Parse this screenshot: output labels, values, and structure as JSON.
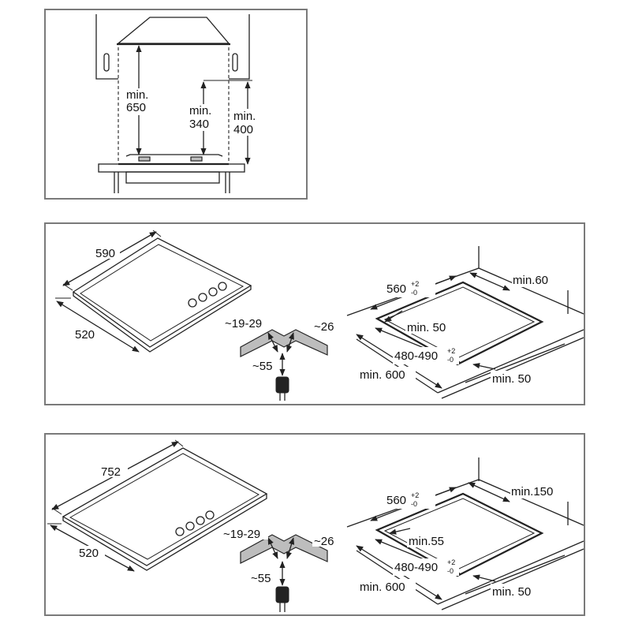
{
  "top_panel": {
    "label_650": "min.\n650",
    "label_650_a": "min.",
    "label_650_b": "650",
    "label_340_a": "min.",
    "label_340_b": "340",
    "label_400_a": "min.",
    "label_400_b": "400"
  },
  "middle_panel": {
    "width": "590",
    "depth": "520",
    "flange_a": "~19-29",
    "flange_b": "~26",
    "flange_c": "~55",
    "cutout_width": "560",
    "cutout_width_tol_up": "+2",
    "cutout_width_tol_down": "-0",
    "cutout_depth": "480-490",
    "cutout_depth_tol_up": "+2",
    "cutout_depth_tol_down": "-0",
    "min_wall_back": "min.60",
    "min_edge_front": "min. 50",
    "min_side": "min. 50",
    "min_worktop": "min. 600"
  },
  "bottom_panel": {
    "width": "752",
    "depth": "520",
    "flange_a": "~19-29",
    "flange_b": "~26",
    "flange_c": "~55",
    "cutout_width": "560",
    "cutout_width_tol_up": "+2",
    "cutout_width_tol_down": "-0",
    "cutout_depth": "480-490",
    "cutout_depth_tol_up": "+2",
    "cutout_depth_tol_down": "-0",
    "min_wall_back": "min.150",
    "min_edge_front": "min.55",
    "min_side": "min. 50",
    "min_worktop": "min. 600"
  }
}
